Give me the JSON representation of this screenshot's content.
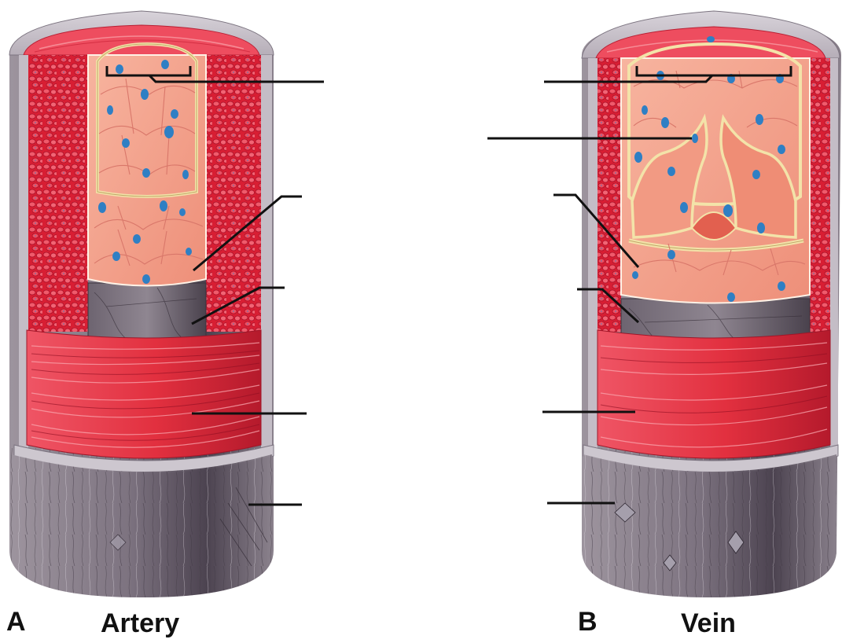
{
  "panels": [
    {
      "letter": "A",
      "label": "Artery"
    },
    {
      "letter": "B",
      "label": "Vein"
    }
  ],
  "colors": {
    "adventitia": "#8f8690",
    "adventitia_dark": "#4f4650",
    "adventitia_rim": "#c9c3cc",
    "media_muscle": "#e23a4c",
    "media_muscle_dark": "#b81f33",
    "endothelium": "#f3a08b",
    "endothelium_line": "#d9776a",
    "nucleus": "#2f7fc4",
    "basement_membrane": "#f3e3a9",
    "internal_elastic": "#5e5660",
    "leader_line": "#111111"
  },
  "icons": {
    "artery": "artery-cross-section-icon",
    "vein": "vein-cross-section-icon",
    "valve": "vein-valve-icon"
  }
}
